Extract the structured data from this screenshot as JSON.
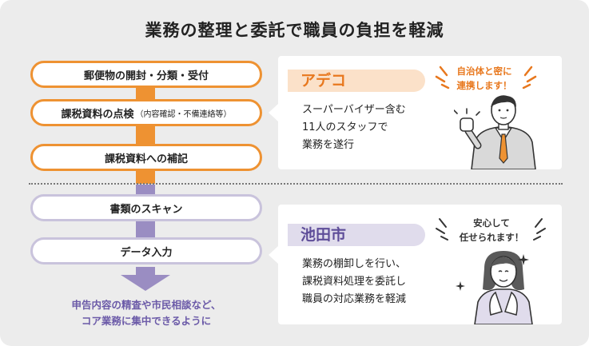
{
  "title": "業務の整理と委託で職員の負担を軽減",
  "steps_outsourced": [
    {
      "label": "郵便物の開封・分類・受付",
      "note": ""
    },
    {
      "label": "課税資料の点検",
      "note": "（内容確認・不備連絡等）"
    },
    {
      "label": "課税資料への補記",
      "note": ""
    }
  ],
  "steps_city": [
    {
      "label": "書類のスキャン"
    },
    {
      "label": "データ入力"
    }
  ],
  "goal": {
    "line1": "申告内容の精査や市民相談など、",
    "line2": "コア業務に集中できるように"
  },
  "adeco": {
    "name": "アデコ",
    "desc": [
      "スーパーバイザー含む",
      "11人のスタッフで",
      "業務を遂行"
    ],
    "speech": [
      "自治体と密に",
      "連携します！"
    ]
  },
  "ikeda": {
    "name": "池田市",
    "desc": [
      "業務の棚卸しを行い、",
      "課税資料処理を委託し",
      "職員の対応業務を軽減"
    ],
    "speech": [
      "安心して",
      "任せられます！"
    ]
  },
  "colors": {
    "orange": "#ee9232",
    "orange_text": "#e8781e",
    "purple": "#9a8dc2",
    "purple_text": "#6b5aa8",
    "background": "#ececec"
  },
  "icons": [
    "arrow-down-icon",
    "businessman-fist-icon",
    "businesswoman-hands-icon",
    "sparkle-icon"
  ]
}
